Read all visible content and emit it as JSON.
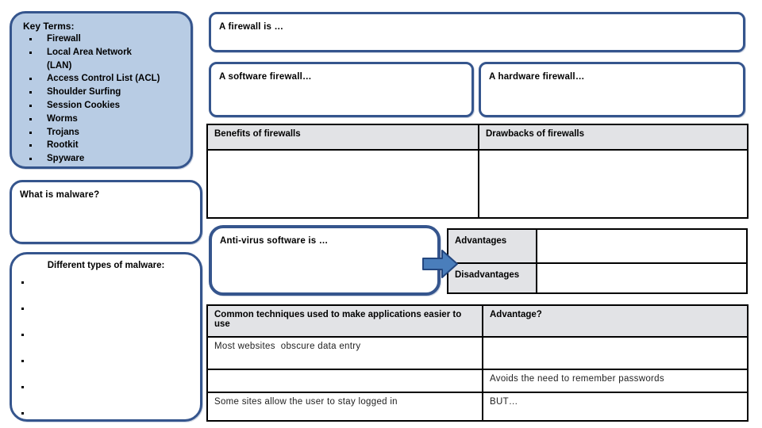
{
  "colors": {
    "box_border": "#35558d",
    "key_terms_fill": "#b8cce4",
    "table_header_fill": "#e2e3e6",
    "arrow_fill": "#4a7ebb",
    "arrow_border": "#24477f"
  },
  "key_terms": {
    "title": "Key Terms:",
    "items": [
      "Firewall",
      "Local Area Network\n(LAN)",
      "Access Control List (ACL)",
      "Shoulder Surfing",
      "Session Cookies",
      "Worms",
      "Trojans",
      "Rootkit",
      "Spyware"
    ]
  },
  "firewall": {
    "definition_prompt": "A firewall is …",
    "software_prompt": "A software firewall…",
    "hardware_prompt": "A hardware firewall…",
    "benefits_header": "Benefits of firewalls",
    "drawbacks_header": "Drawbacks of firewalls"
  },
  "malware": {
    "question": "What is malware?",
    "types_title": "Different types of malware:",
    "bullets": [
      "",
      "",
      "",
      "",
      "",
      ""
    ]
  },
  "antivirus": {
    "prompt": "Anti-virus software is …",
    "advantages_label": "Advantages",
    "disadvantages_label": "Disadvantages"
  },
  "techniques_table": {
    "col1_header": "Common techniques used to make applications easier to use",
    "col2_header": "Advantage?",
    "rows": [
      {
        "technique": "Most websites  obscure data entry",
        "advantage": ""
      },
      {
        "technique": "",
        "advantage": "Avoids the need to remember passwords"
      },
      {
        "technique": "Some sites allow the user to stay logged in",
        "advantage": "BUT…"
      }
    ]
  }
}
